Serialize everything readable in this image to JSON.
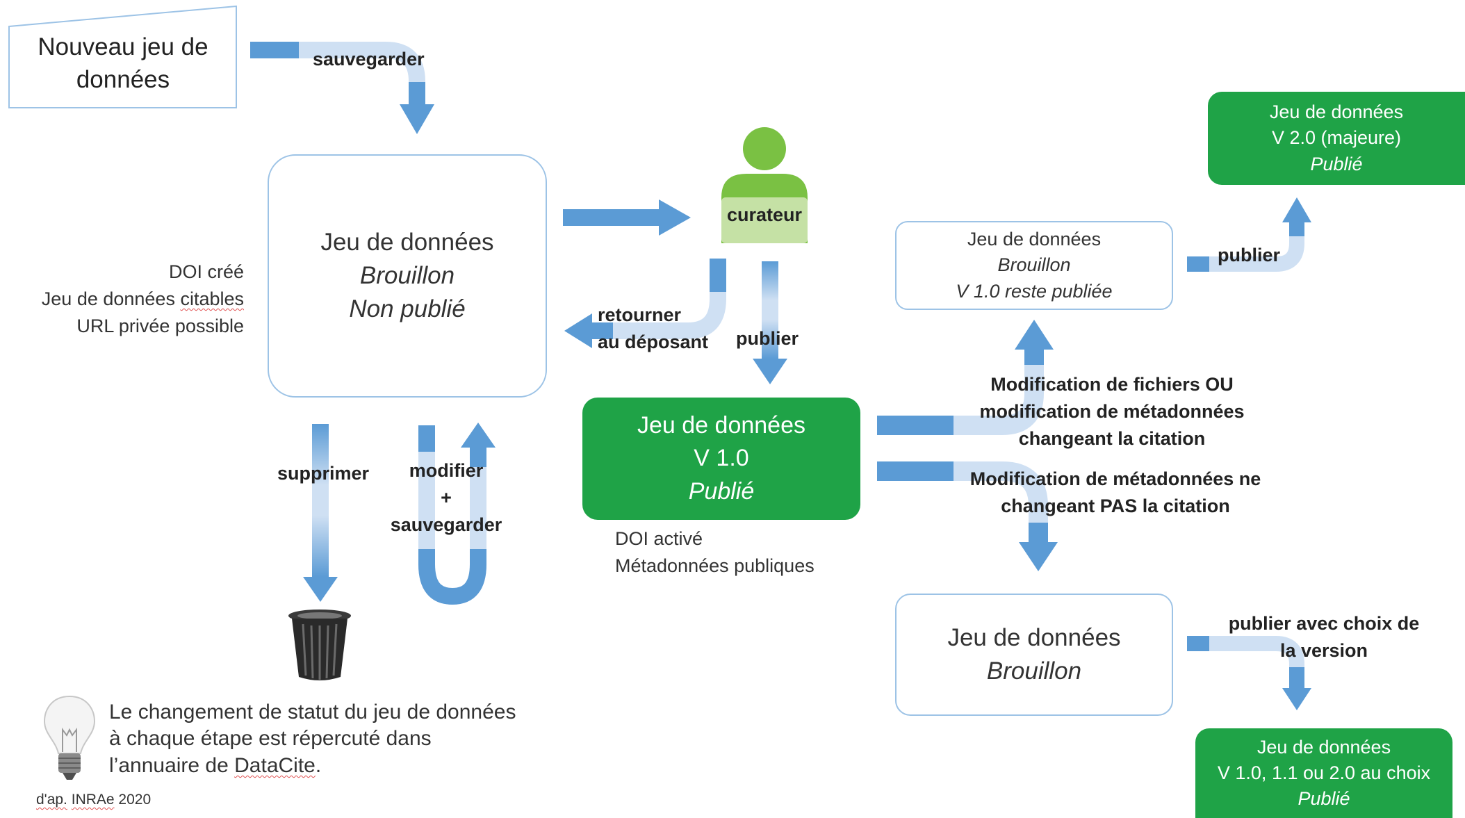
{
  "colors": {
    "arrow_dark": "#5b9bd5",
    "arrow_light": "#cfe0f3",
    "box_border": "#9dc3e6",
    "green": "#1fa347",
    "curator_head": "#7ac143",
    "curator_body_light": "#c5e1a5"
  },
  "new_dataset": {
    "line1": "Nouveau jeu de",
    "line2": "données"
  },
  "labels": {
    "save": "sauvegarder",
    "return_line1": "retourner",
    "return_line2": "au déposant",
    "publish": "publier",
    "delete": "supprimer",
    "modify_line1": "modifier",
    "modify_line2": "+",
    "modify_line3": "sauvegarder",
    "mod_files_line1": "Modification de fichiers OU",
    "mod_files_line2": "modification de métadonnées",
    "mod_files_line3": "changeant la citation",
    "mod_meta_line1": "Modification de métadonnées ne",
    "mod_meta_line2": "changeant PAS la citation",
    "publish_top": "publier",
    "publish_choice_line1": "publier avec choix de",
    "publish_choice_line2": "la version"
  },
  "draft": {
    "title": "Jeu de données",
    "status1": "Brouillon",
    "status2": "Non publié"
  },
  "draft_notes": {
    "line1": "DOI créé",
    "line2_prefix": "Jeu de données ",
    "line2_underlined": "citables",
    "line3": "URL privée possible"
  },
  "curator": {
    "label": "curateur",
    "icon": "person-icon"
  },
  "published_v1": {
    "title": "Jeu de données",
    "version": "V 1.0",
    "status": "Publié"
  },
  "published_v1_notes": {
    "line1": "DOI activé",
    "line2": "Métadonnées publiques"
  },
  "draft_major": {
    "title": "Jeu de données",
    "status": "Brouillon",
    "note": "V 1.0 reste publiée"
  },
  "published_major": {
    "title": "Jeu de données",
    "version": "V 2.0 (majeure)",
    "status": "Publié"
  },
  "draft_minor": {
    "title": "Jeu de données",
    "status": "Brouillon"
  },
  "published_choice": {
    "title": "Jeu de données",
    "version": "V 1.0, 1.1 ou 2.0 au choix",
    "status": "Publié"
  },
  "trash": {
    "icon": "trash-can-icon"
  },
  "tip": {
    "icon": "light-bulb-icon",
    "line1": "Le changement de statut du jeu de données",
    "line2": "à chaque étape est répercuté dans",
    "line3_prefix": "l’annuaire de ",
    "line3_link": "DataCite",
    "line3_suffix": "."
  },
  "credit": {
    "underlined": "d'ap.",
    "space": " ",
    "mid": "INRAe",
    "rest": " 2020"
  }
}
